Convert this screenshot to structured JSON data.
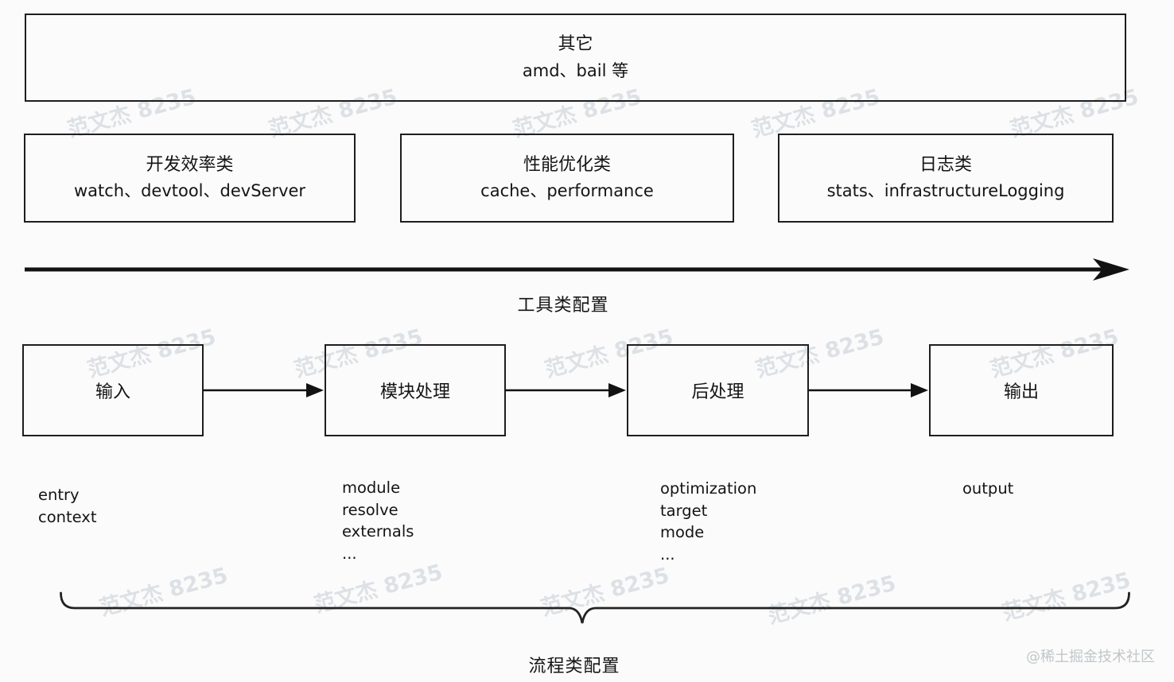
{
  "watermark": {
    "text": "范文杰 8235"
  },
  "credit": "@稀土掘金技术社区",
  "other_box": {
    "title": "其它",
    "options": "amd、bail 等"
  },
  "categories": [
    {
      "title": "开发效率类",
      "options": "watch、devtool、devServer"
    },
    {
      "title": "性能优化类",
      "options": "cache、performance"
    },
    {
      "title": "日志类",
      "options": "stats、infrastructureLogging"
    }
  ],
  "tool_axis_label": "工具类配置",
  "process_axis_label": "流程类配置",
  "flow": [
    {
      "label": "输入",
      "configs": [
        "entry",
        "context"
      ]
    },
    {
      "label": "模块处理",
      "configs": [
        "module",
        "resolve",
        "externals",
        "..."
      ]
    },
    {
      "label": "后处理",
      "configs": [
        "optimization",
        "target",
        "mode",
        "..."
      ]
    },
    {
      "label": "输出",
      "configs": [
        "output"
      ]
    }
  ]
}
